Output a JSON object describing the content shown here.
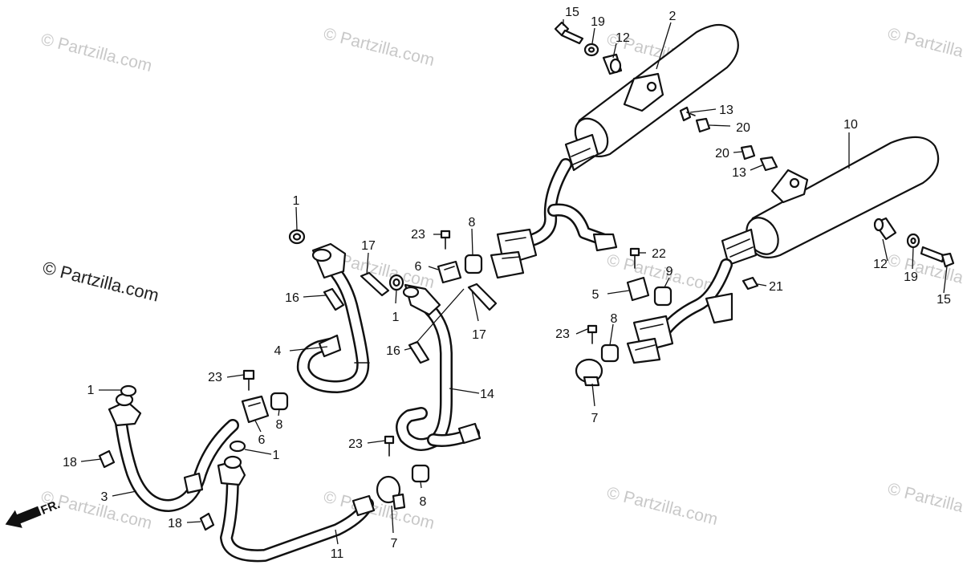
{
  "watermarks": {
    "faint": "© Partzilla.com",
    "dark": "© Partzilla.com"
  },
  "direction_label": "FR.",
  "callouts": {
    "c1a": "1",
    "c1b": "1",
    "c1c": "1",
    "c1d": "1",
    "c2": "2",
    "c3": "3",
    "c4": "4",
    "c5": "5",
    "c6a": "6",
    "c6b": "6",
    "c7a": "7",
    "c7b": "7",
    "c8a": "8",
    "c8b": "8",
    "c8c": "8",
    "c8d": "8",
    "c9": "9",
    "c10": "10",
    "c11": "11",
    "c12a": "12",
    "c12b": "12",
    "c13a": "13",
    "c13b": "13",
    "c14": "14",
    "c15a": "15",
    "c15b": "15",
    "c16a": "16",
    "c16b": "16",
    "c17a": "17",
    "c17b": "17",
    "c18a": "18",
    "c18b": "18",
    "c19a": "19",
    "c19b": "19",
    "c20a": "20",
    "c20b": "20",
    "c21": "21",
    "c22": "22",
    "c23a": "23",
    "c23b": "23",
    "c23c": "23",
    "c23d": "23"
  }
}
